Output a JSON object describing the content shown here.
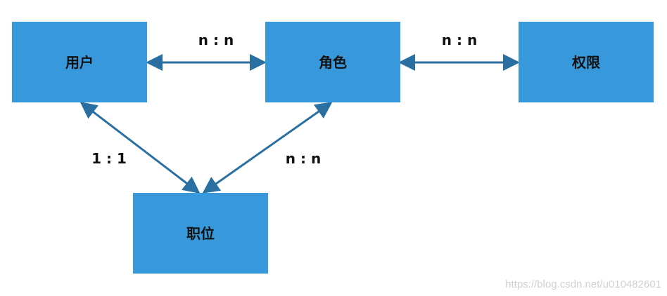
{
  "nodes": {
    "user": {
      "label": "用户"
    },
    "role": {
      "label": "角色"
    },
    "permission": {
      "label": "权限"
    },
    "position": {
      "label": "职位"
    }
  },
  "edges": {
    "user_role": {
      "label": "n : n"
    },
    "role_permission": {
      "label": "n : n"
    },
    "user_position": {
      "label": "1 : 1"
    },
    "role_position": {
      "label": "n : n"
    }
  },
  "watermark": "https://blog.csdn.net/u010482601",
  "colors": {
    "node_fill": "#3799db",
    "edge_stroke": "#2a6fa2"
  }
}
